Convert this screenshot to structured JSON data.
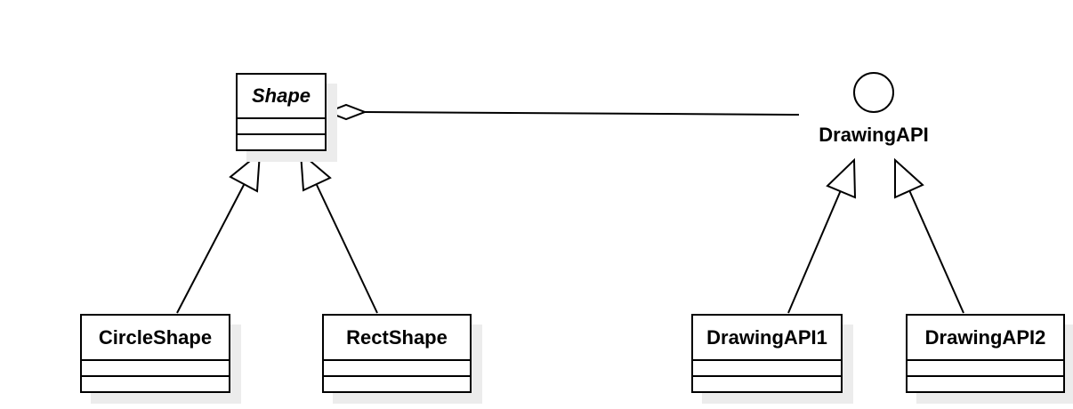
{
  "diagram": {
    "abstract_class": {
      "name": "Shape"
    },
    "interface": {
      "name": "DrawingAPI"
    },
    "subclasses": [
      {
        "name": "CircleShape"
      },
      {
        "name": "RectShape"
      }
    ],
    "implementations": [
      {
        "name": "DrawingAPI1"
      },
      {
        "name": "DrawingAPI2"
      }
    ],
    "relations": [
      {
        "type": "aggregation",
        "whole": "Shape",
        "part": "DrawingAPI"
      },
      {
        "type": "generalization",
        "child": "CircleShape",
        "parent": "Shape"
      },
      {
        "type": "generalization",
        "child": "RectShape",
        "parent": "Shape"
      },
      {
        "type": "realization",
        "child": "DrawingAPI1",
        "parent": "DrawingAPI"
      },
      {
        "type": "realization",
        "child": "DrawingAPI2",
        "parent": "DrawingAPI"
      }
    ]
  }
}
